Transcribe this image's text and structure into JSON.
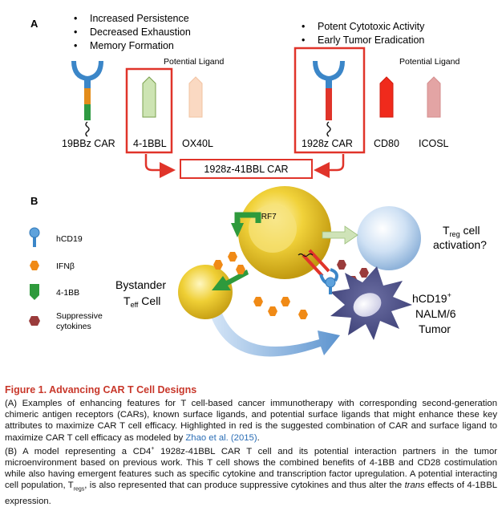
{
  "panelA": {
    "label": "A",
    "left_bullets": [
      "Increased Persistence",
      "Decreased Exhaustion",
      "Memory Formation"
    ],
    "right_bullets": [
      "Potent Cytotoxic Activity",
      "Early Tumor Eradication"
    ],
    "potential_ligand_left": "Potential Ligand",
    "potential_ligand_right": "Potential Ligand",
    "items": [
      "19BBz CAR",
      "4-1BBL",
      "OX40L",
      "1928z CAR",
      "CD80",
      "ICOSL"
    ],
    "combined": "1928z-41BBL CAR"
  },
  "panelB": {
    "label": "B",
    "legend": [
      "hCD19",
      "IFNβ",
      "4-1BB",
      "Suppressive",
      "cytokines"
    ],
    "irf7": "IRF7",
    "treg_prefix": "T",
    "treg_sub": "reg",
    "treg_rest": " cell",
    "treg_line2": "activation?",
    "bystander": "Bystander",
    "teff_prefix": "T",
    "teff_sub": "eff",
    "teff_rest": " Cell",
    "hcd19_prefix": "hCD19",
    "hcd19_sup": "+",
    "nalm": "NALM/6",
    "tumor": "Tumor"
  },
  "caption": {
    "title": "Figure 1.  Advancing CAR T Cell Designs",
    "a_text": "(A) Examples of enhancing features for T cell-based cancer immunotherapy with corresponding second-generation chimeric antigen receptors (CARs), known surface ligands, and potential surface ligands that might enhance these key attributes to maximize CAR T cell efficacy. Highlighted in red is the suggested combination of CAR and surface ligand to maximize CAR T cell efficacy as modeled by",
    "a_link": "Zhao et al. (2015)",
    "a_end": ".",
    "b_text1": "(B) A model representing a CD4",
    "b_sup": "+",
    "b_text2": " 1928z-41BBL CAR T cell and its potential interaction partners in the tumor microenvironment based on previous work. This T cell shows the combined benefits of 4-1BB and CD28 costimulation while also having emergent features such as specific cytokine and transcription factor upregulation. A potential interacting cell population, T",
    "b_sub": "regs",
    "b_text3": ", is also represented that can produce suppressive cytokines and thus alter the ",
    "b_ital": "trans",
    "b_text4": " effects of 4-1BBL expression."
  }
}
